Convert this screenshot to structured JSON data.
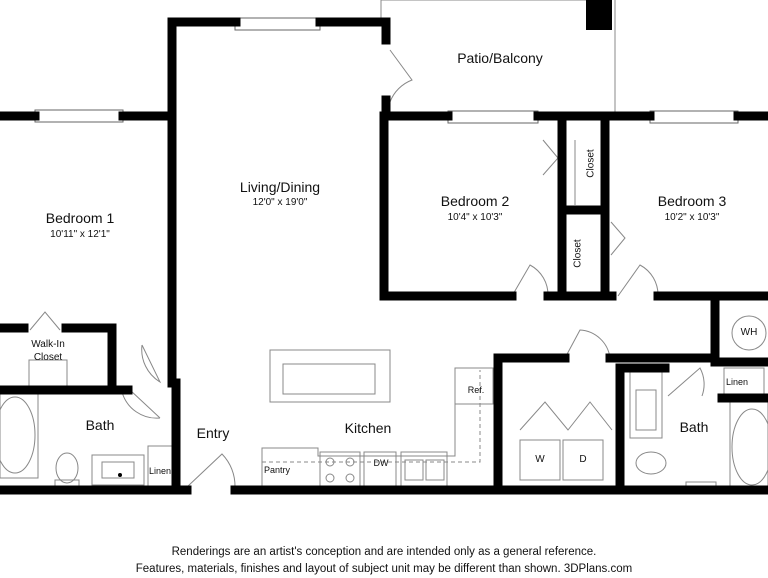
{
  "rooms": {
    "patio": {
      "name": "Patio/Balcony"
    },
    "living": {
      "name": "Living/Dining",
      "size": "12'0\" x 19'0\""
    },
    "bedroom1": {
      "name": "Bedroom 1",
      "size": "10'11\" x 12'1\""
    },
    "bedroom2": {
      "name": "Bedroom 2",
      "size": "10'4\" x 10'3\""
    },
    "bedroom3": {
      "name": "Bedroom 3",
      "size": "10'2\" x 10'3\""
    },
    "walkin": {
      "name_line1": "Walk-In",
      "name_line2": "Closet"
    },
    "bath1": {
      "name": "Bath"
    },
    "bath2": {
      "name": "Bath"
    },
    "entry": {
      "name": "Entry"
    },
    "kitchen": {
      "name": "Kitchen"
    }
  },
  "fixtures": {
    "closet_upper": "Closet",
    "closet_lower": "Closet",
    "wh": "WH",
    "linen_left": "Linen",
    "linen_right": "Linen",
    "pantry": "Pantry",
    "dw": "DW",
    "ref": "Ref.",
    "washer": "W",
    "dryer": "D"
  },
  "disclaimer": {
    "line1": "Renderings are an artist's conception and are intended only as a general reference.",
    "line2": "Features, materials, finishes and layout of subject unit may be different than shown. 3DPlans.com"
  }
}
